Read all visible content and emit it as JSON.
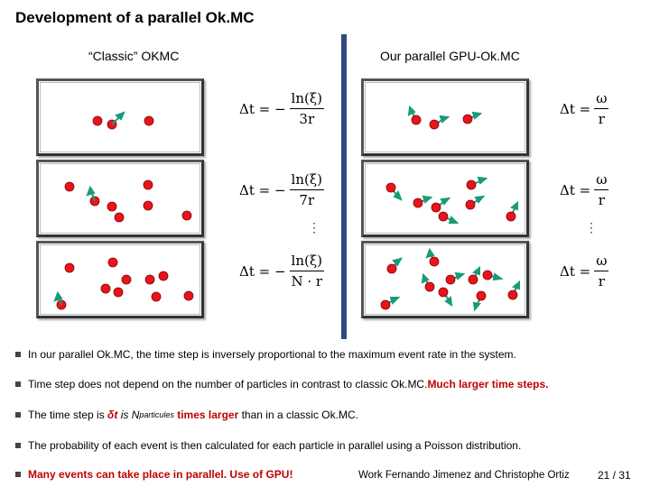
{
  "title": "Development of a parallel Ok.MC",
  "columns": {
    "left": "“Classic” OKMC",
    "right": "Our parallel GPU-Ok.MC"
  },
  "equations": {
    "lhs": "Δt = −",
    "classic": [
      {
        "num": "ln(ξ)",
        "den": "3r"
      },
      {
        "num": "ln(ξ)",
        "den": "7r"
      },
      {
        "num": "ln(ξ)",
        "den": "N · r"
      }
    ],
    "parallel": {
      "lhs": "Δt =",
      "num": "ω",
      "den": "r"
    },
    "ellipsis": "⋮"
  },
  "bullets": [
    {
      "text": "In our parallel Ok.MC, the time step is inversely proportional to the maximum event rate in the system."
    },
    {
      "text": "Time step does not depend on the number of particles in contrast to classic Ok.MC. ",
      "emph": "Much larger time steps."
    },
    {
      "pre": "The time step is ",
      "sym": "δt",
      "mid": " is N",
      "sub": "particules",
      "emph": " times larger",
      "post": " than in a classic Ok.MC."
    },
    {
      "text": "The probability of each event is then calculated for each particle in parallel using a Poisson distribution."
    },
    {
      "emph": "Many events can take place in parallel. Use of GPU!"
    }
  ],
  "footer": {
    "credit": "Work Fernando Jimenez and Christophe Ortiz",
    "page": "21 / 31"
  },
  "colors": {
    "particle": "#e8141c",
    "arrow": "#1a9a7a",
    "divider": "#2f4a7c",
    "emphasis": "#c00000"
  }
}
